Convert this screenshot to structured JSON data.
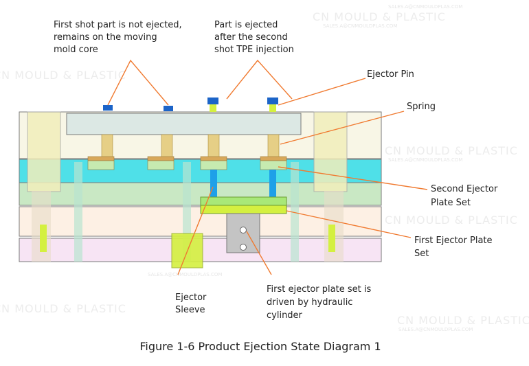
{
  "watermark": {
    "brand": "CN MOULD & PLASTIC",
    "email": "SALES.A@CNMOULDPLAS.COM"
  },
  "labels": {
    "first_shot": [
      "First shot part is not ejected,",
      "remains on the moving",
      "mold core"
    ],
    "part_ejected": [
      "Part is ejected",
      "after the second",
      "shot TPE injection"
    ],
    "ejector_pin": "Ejector Pin",
    "spring": "Spring",
    "second_ejector": [
      "Second Ejector",
      "Plate Set"
    ],
    "first_ejector": [
      "First Ejector Plate",
      "Set"
    ],
    "ejector_sleeve": [
      "Ejector",
      "Sleeve"
    ],
    "hydraulic": [
      "First ejector plate set is",
      "driven by hydraulic",
      "cylinder"
    ]
  },
  "caption": "Figure 1-6 Product Ejection State Diagram 1",
  "colors": {
    "leader": "#f07a30",
    "cyan_plate": "#4fe0e8",
    "lime": "#d4f040",
    "pink_plate": "#f7e4f4"
  }
}
